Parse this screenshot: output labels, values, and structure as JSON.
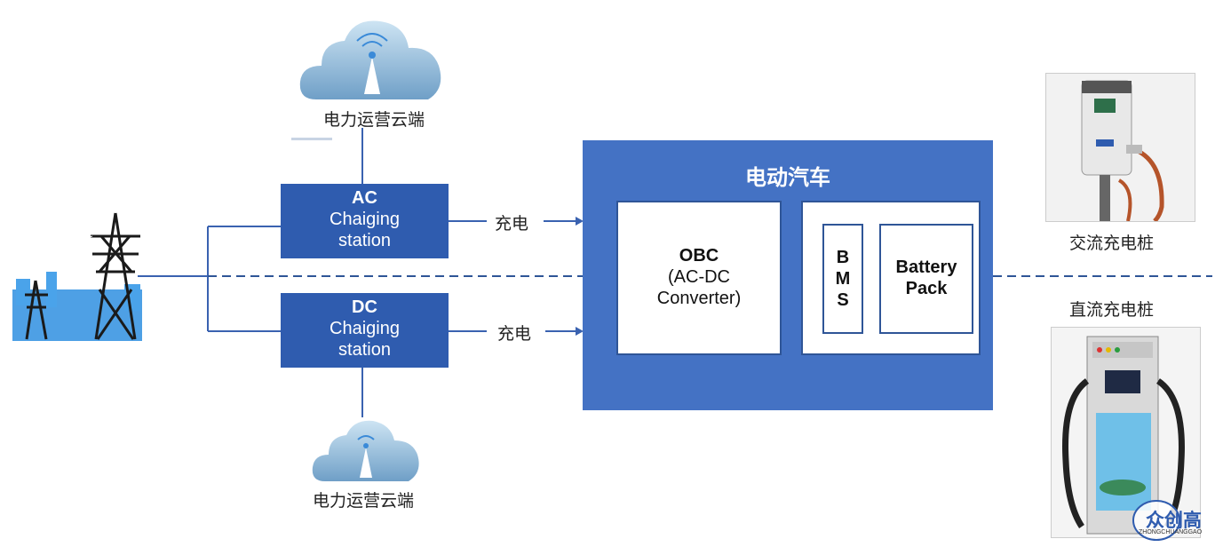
{
  "cloud_top": {
    "label": "电力运营云端"
  },
  "cloud_bottom": {
    "label": "电力运营云端"
  },
  "ac_station": {
    "title": "AC",
    "line1": "Chaiging",
    "line2": "station"
  },
  "dc_station": {
    "title": "DC",
    "line1": "Chaiging",
    "line2": "station"
  },
  "charge_top": "充电",
  "charge_bottom": "充电",
  "ev": {
    "title": "电动汽车",
    "obc": {
      "title": "OBC",
      "line1": "(AC-DC",
      "line2": "Converter)"
    },
    "bms": [
      "B",
      "M",
      "S"
    ],
    "battery": {
      "line1": "Battery",
      "line2": "Pack"
    }
  },
  "ac_pile": {
    "label": "交流充电桩"
  },
  "dc_pile": {
    "label": "直流充电桩"
  },
  "watermark": {
    "text": "众创高",
    "sub": "ZHONGCHUANGGAO"
  },
  "colors": {
    "station": "#2f5caf",
    "ev_box": "#4472c4",
    "line": "#3a62b0",
    "dashed": "#2f5597"
  }
}
